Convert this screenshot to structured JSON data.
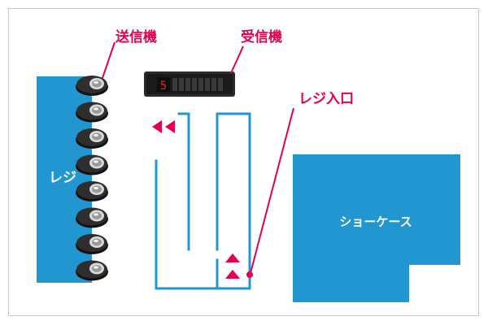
{
  "labels": {
    "transmitter": "送信機",
    "receiver": "受信機",
    "register_entrance": "レジ入口",
    "register": "レジ",
    "showcase": "ショーケース"
  },
  "receiver_display": {
    "digit": "5"
  },
  "transmitter_count": 8,
  "colors": {
    "accent": "#e6004c",
    "area_blue": "#2196d0",
    "frame_border": "#c8c8c8",
    "device_dark": "#2a2a2a",
    "display_red": "#e8202a"
  }
}
